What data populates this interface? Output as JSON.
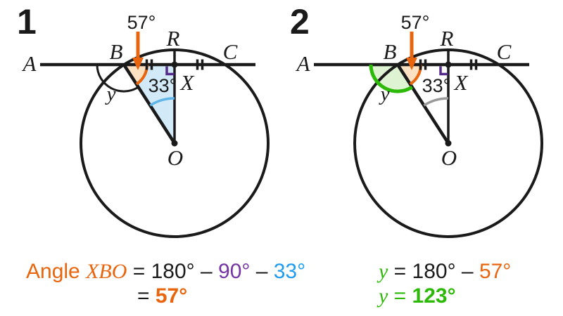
{
  "page": {
    "background": "#ffffff"
  },
  "colors": {
    "ink": "#1a1a1a",
    "orange": "#e8650d",
    "orange_fill": "#fce1c2",
    "blue_text": "#1f9cee",
    "blue_arc": "#5fb5e8",
    "blue_fill": "#d2eaf8",
    "green": "#2db908",
    "green_fill": "#def3d2",
    "gray": "#999999",
    "purple_text": "#7434a4",
    "purple_marker": "#552a8c"
  },
  "figure1": {
    "number": "1",
    "points": {
      "a": "A",
      "b": "B",
      "r": "R",
      "c": "C",
      "x": "X",
      "o": "O"
    },
    "angle_labels": {
      "top": "57°",
      "center": "33°",
      "y": "y"
    }
  },
  "figure2": {
    "number": "2",
    "points": {
      "a": "A",
      "b": "B",
      "r": "R",
      "c": "C",
      "x": "X",
      "o": "O"
    },
    "angle_labels": {
      "top": "57°",
      "center": "33°",
      "y": "y"
    }
  },
  "formulas": {
    "f1": {
      "angle_word": "Angle ",
      "angle_var": "XBO",
      "mid": " = 180° – ",
      "ninety": "90°",
      "dash": " – ",
      "thirty_three": "33°",
      "eq2": "= ",
      "result": "57°"
    },
    "f2": {
      "y1": "y",
      "mid": " = 180° – ",
      "fifty_seven": "57°",
      "y2": "y",
      "eq2": " = ",
      "result": "123°"
    }
  }
}
